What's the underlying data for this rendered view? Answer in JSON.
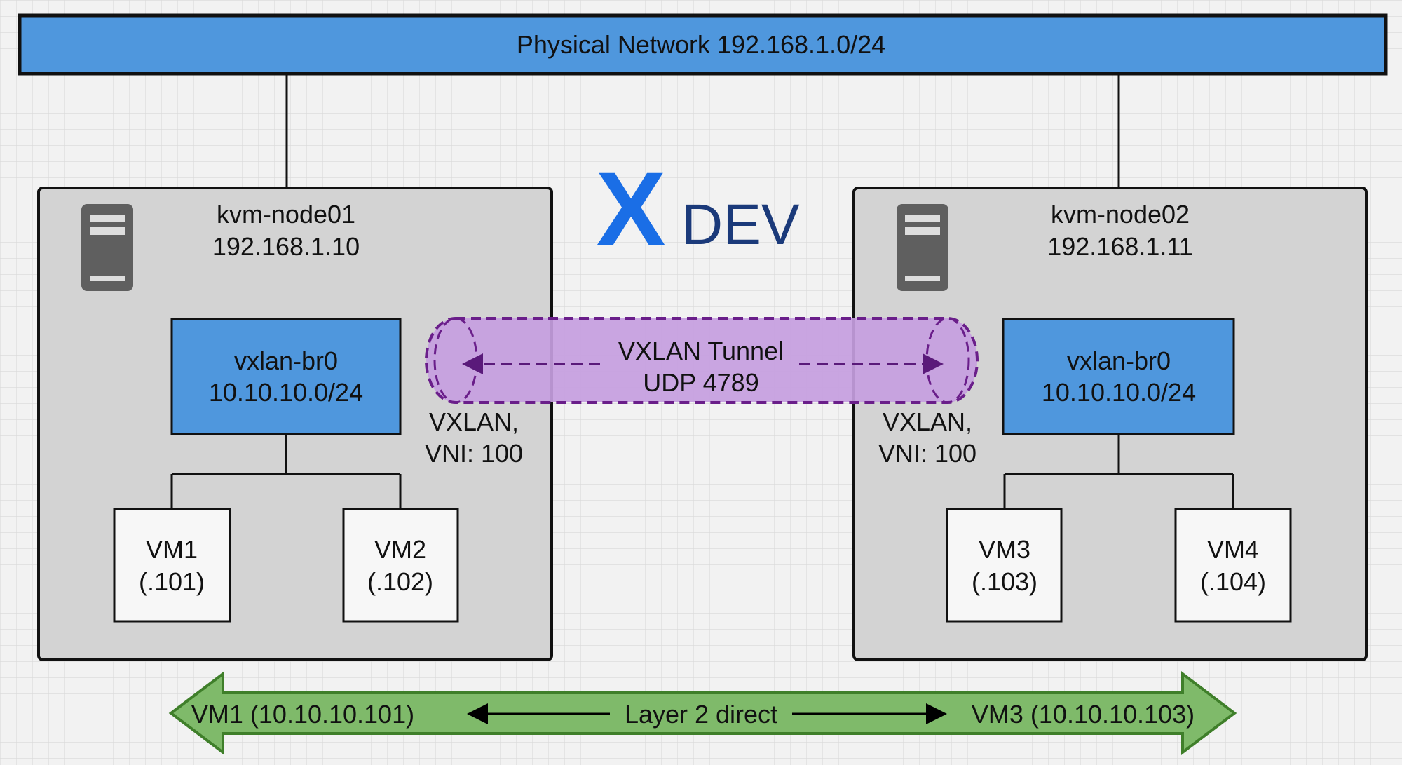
{
  "physical_network": {
    "label": "Physical Network 192.168.1.0/24",
    "color": "#4f97dd"
  },
  "logo": {
    "mark": "X",
    "text": "DEV",
    "mark_color": "#1a6ee6",
    "text_color": "#1b3a7a"
  },
  "nodes": [
    {
      "name": "kvm-node01",
      "ip": "192.168.1.10",
      "icon": "server-icon",
      "bridge": {
        "name": "vxlan-br0",
        "subnet": "10.10.10.0/24"
      },
      "vxlan": {
        "line1": "VXLAN,",
        "line2": "VNI: 100"
      },
      "vms": [
        {
          "name": "VM1",
          "ip": "(.101)"
        },
        {
          "name": "VM2",
          "ip": "(.102)"
        }
      ]
    },
    {
      "name": "kvm-node02",
      "ip": "192.168.1.11",
      "icon": "server-icon",
      "bridge": {
        "name": "vxlan-br0",
        "subnet": "10.10.10.0/24"
      },
      "vxlan": {
        "line1": "VXLAN,",
        "line2": "VNI: 100"
      },
      "vms": [
        {
          "name": "VM3",
          "ip": "(.103)"
        },
        {
          "name": "VM4",
          "ip": "(.104)"
        }
      ]
    }
  ],
  "tunnel": {
    "line1": "VXLAN Tunnel",
    "line2": "UDP 4789",
    "color": "#c59ee0",
    "border": "#6a1e8a"
  },
  "layer2": {
    "left": "VM1 (10.10.10.101)",
    "center": "Layer 2 direct",
    "right": "VM3 (10.10.10.103)",
    "color": "#7fba6a",
    "border": "#3f7f2a"
  }
}
